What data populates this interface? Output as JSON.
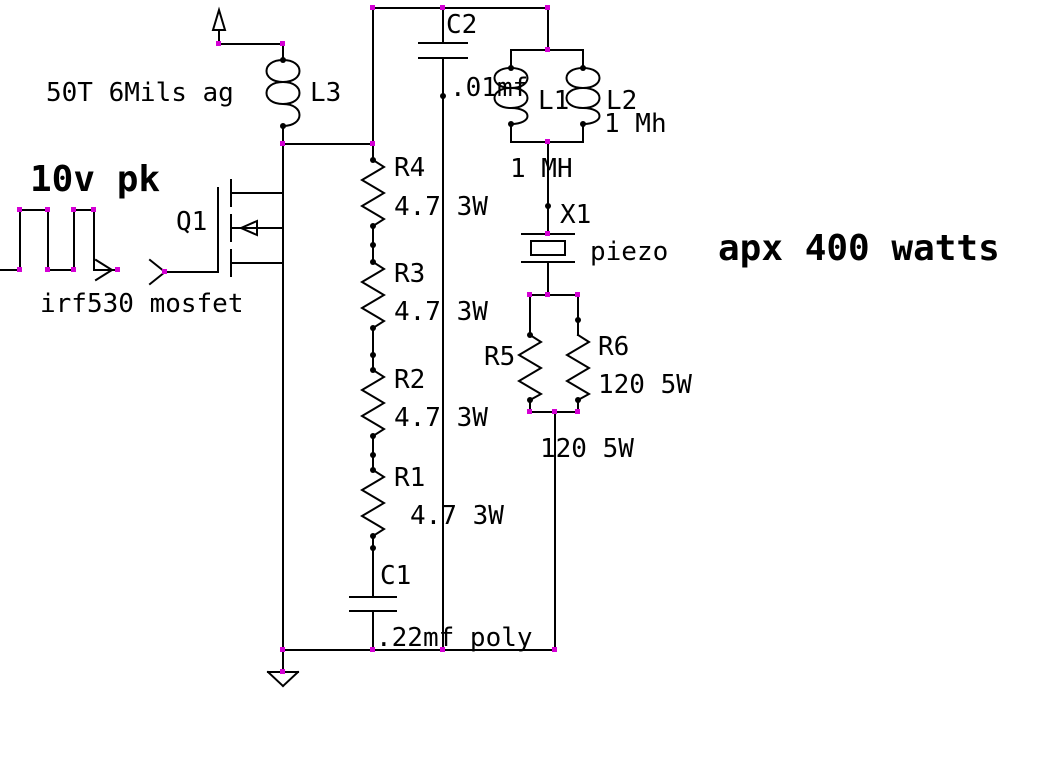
{
  "labels": {
    "l3_note": "50T 6Mils ag",
    "l3": "L3",
    "c2": "C2",
    "c2_value": ".01mf",
    "l1": "L1",
    "l2": "L2",
    "l2_value": "1 Mh",
    "l1_value": "1 MH",
    "x1": "X1",
    "piezo": "piezo",
    "power": "apx 400 watts",
    "drive": "10v pk",
    "q1": "Q1",
    "mosfet": "irf530 mosfet",
    "r4": "R4",
    "r4_value": "4.7 3W",
    "r3": "R3",
    "r3_value": "4.7 3W",
    "r2": "R2",
    "r2_value": "4.7 3W",
    "r1": "R1",
    "r1_value": "4.7 3W",
    "r5": "R5",
    "r6": "R6",
    "r6_value": "120 5W",
    "r5_value": "120 5W",
    "c1": "C1",
    "c1_value": ".22mf poly"
  },
  "colors": {
    "wire": "#000000",
    "node": "#d400d4",
    "background": "#ffffff"
  }
}
